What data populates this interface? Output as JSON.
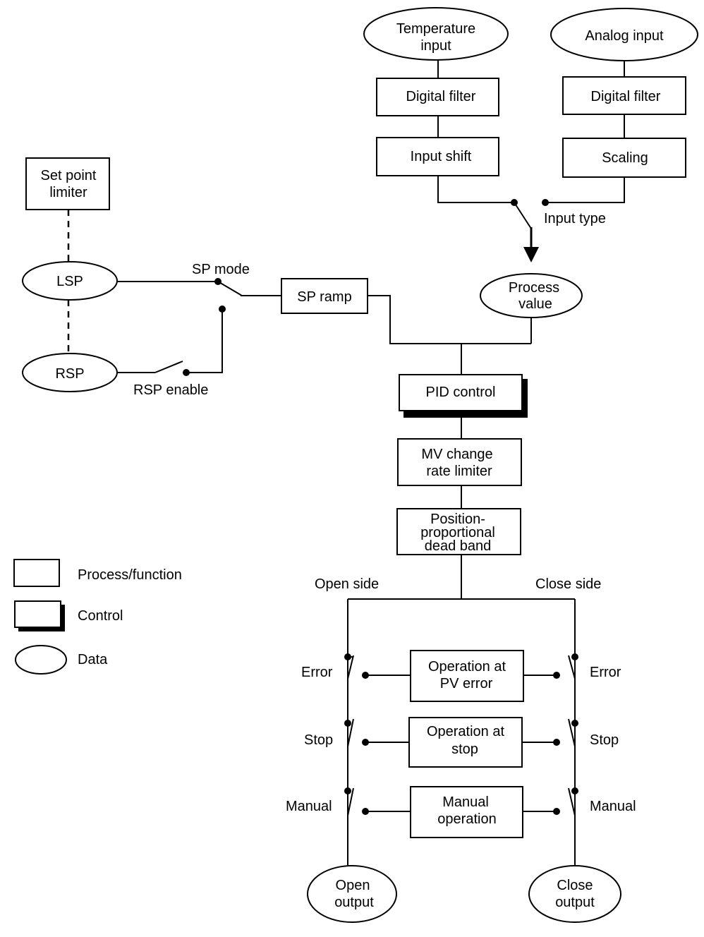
{
  "nodes": {
    "temperature_input": [
      "Temperature",
      "input"
    ],
    "analog_input": [
      "Analog input"
    ],
    "digital_filter_1": [
      "Digital filter"
    ],
    "digital_filter_2": [
      "Digital filter"
    ],
    "input_shift": [
      "Input shift"
    ],
    "scaling": [
      "Scaling"
    ],
    "set_point_limiter": [
      "Set point",
      "limiter"
    ],
    "lsp": [
      "LSP"
    ],
    "rsp": [
      "RSP"
    ],
    "sp_ramp": [
      "SP ramp"
    ],
    "process_value": [
      "Process",
      "value"
    ],
    "pid_control": [
      "PID control"
    ],
    "mv_change_rate_limiter": [
      "MV change",
      "rate limiter"
    ],
    "position_proportional_dead_band": [
      "Position-",
      "proportional",
      "dead band"
    ],
    "operation_at_pv_error": [
      "Operation at",
      "PV error"
    ],
    "operation_at_stop": [
      "Operation at",
      "stop"
    ],
    "manual_operation": [
      "Manual",
      "operation"
    ],
    "open_output": [
      "Open",
      "output"
    ],
    "close_output": [
      "Close",
      "output"
    ]
  },
  "labels": {
    "input_type": "Input type",
    "sp_mode": "SP mode",
    "rsp_enable": "RSP enable",
    "open_side": "Open side",
    "close_side": "Close side",
    "error_left": "Error",
    "error_right": "Error",
    "stop_left": "Stop",
    "stop_right": "Stop",
    "manual_left": "Manual",
    "manual_right": "Manual"
  },
  "legend": {
    "process_function": "Process/function",
    "control": "Control",
    "data": "Data"
  }
}
